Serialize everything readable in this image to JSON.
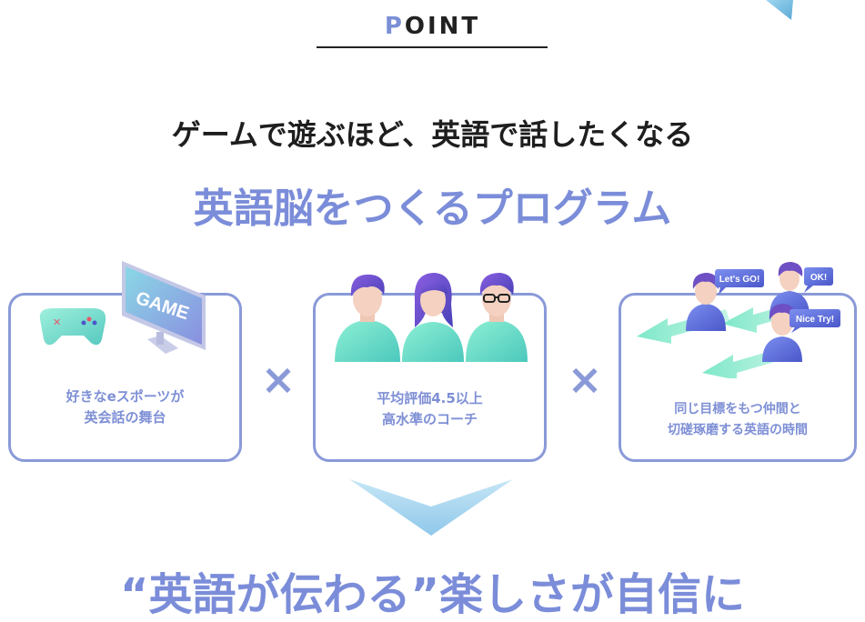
{
  "section": {
    "label_first": "P",
    "label_rest": "OINT"
  },
  "headline": "ゲームで遊ぶほど、英語で話したくなる",
  "subhead": "英語脳をつくるプログラム",
  "cards": [
    {
      "line1": "好きなeスポーツが",
      "line2": "英会話の舞台",
      "screen_text": "GAME"
    },
    {
      "line1": "平均評価4.5以上",
      "line2": "高水準のコーチ"
    },
    {
      "line1": "同じ目標をもつ仲間と",
      "line2": "切磋琢磨する英語の時間",
      "bubbles": [
        "Let's GO!",
        "OK!",
        "Nice Try!"
      ]
    }
  ],
  "multiply_sign": "×",
  "bottom": "“英語が伝わる”楽しさが自信に",
  "colors": {
    "accent": "#7b8dd9",
    "teal": "#5fd6c6",
    "navy": "#4a57c9",
    "hair": "#6e4fc4"
  }
}
